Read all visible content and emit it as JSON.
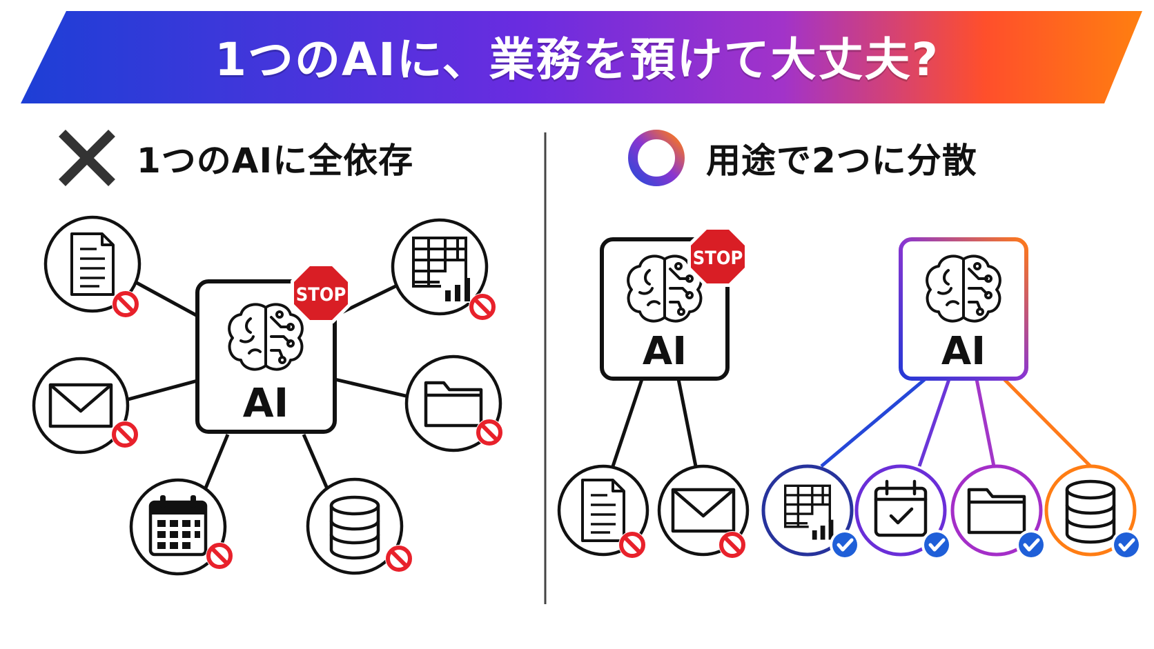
{
  "title": "1つのAIに、業務を預けて大丈夫?",
  "banner_colors": [
    "#1d3fd6",
    "#6a2ce0",
    "#a233c9",
    "#ff4f2b",
    "#ff7f10"
  ],
  "left": {
    "verdict_icon": "cross-icon",
    "heading": "1つのAIに全依存",
    "hub": {
      "label": "AI",
      "badge": "STOP"
    },
    "spokes": [
      {
        "icon": "document-icon",
        "status": "blocked"
      },
      {
        "icon": "spreadsheet-icon",
        "status": "blocked"
      },
      {
        "icon": "mail-icon",
        "status": "blocked"
      },
      {
        "icon": "folder-icon",
        "status": "blocked"
      },
      {
        "icon": "calendar-icon",
        "status": "blocked"
      },
      {
        "icon": "database-icon",
        "status": "blocked"
      }
    ]
  },
  "right": {
    "verdict_icon": "circle-ok-icon",
    "heading": "用途で2つに分散",
    "stopped_ai": {
      "label": "AI",
      "badge": "STOP",
      "children": [
        {
          "icon": "document-icon",
          "status": "blocked"
        },
        {
          "icon": "mail-icon",
          "status": "blocked"
        }
      ]
    },
    "active_ai": {
      "label": "AI",
      "children": [
        {
          "icon": "spreadsheet-icon",
          "status": "ok"
        },
        {
          "icon": "calendar-check-icon",
          "status": "ok"
        },
        {
          "icon": "folder-icon",
          "status": "ok"
        },
        {
          "icon": "database-icon",
          "status": "ok"
        }
      ]
    }
  },
  "colors": {
    "blocked": "#e8212b",
    "ok": "#1f5fd8",
    "stop_sign": "#d91e25",
    "ink": "#111111"
  }
}
